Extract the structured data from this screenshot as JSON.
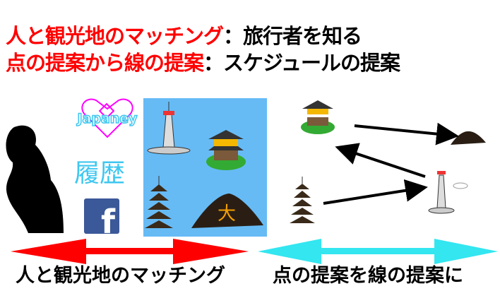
{
  "title": {
    "line1_red": "人と観光地のマッチング",
    "line1_black": "：旅行者を知る",
    "line2_red": "点の提案から線の提案",
    "line2_black": "：スケジュールの提案"
  },
  "left": {
    "logo_text": "Japaney",
    "history_label": "履歴",
    "facebook_letter": "f",
    "mountain_char": "大"
  },
  "bottom": {
    "left_label": "人と観光地のマッチング",
    "right_label": "点の提案を線の提案に"
  },
  "colors": {
    "red": "#ff0000",
    "cyan": "#33e6f0",
    "blue_panel": "#66bbf5",
    "facebook": "#3b5998",
    "history": "#3ec7f0"
  }
}
